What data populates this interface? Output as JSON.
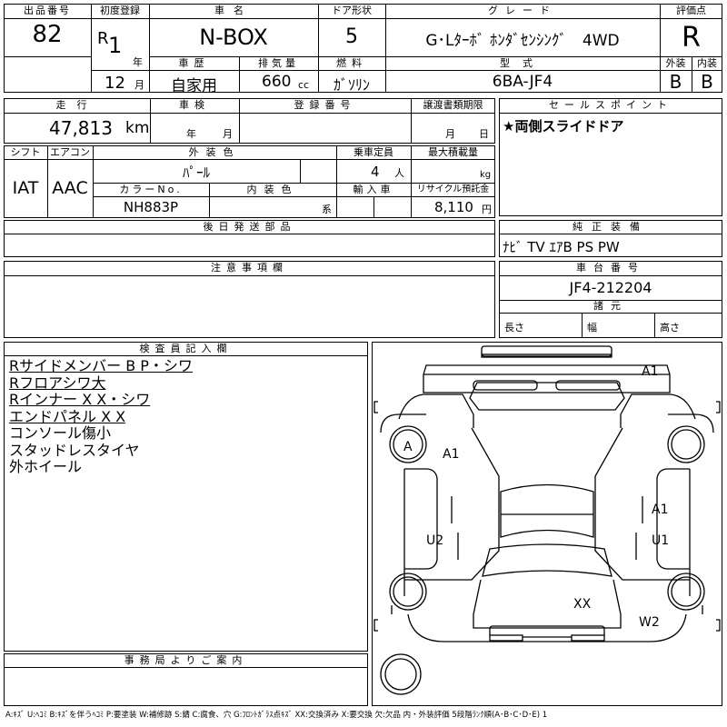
{
  "header": {
    "lot_label": "出品番号",
    "lot": "82",
    "first_reg_label": "初度登録",
    "era": "R",
    "year_num": "1",
    "year_unit": "年",
    "month_num": "12",
    "month_unit": "月",
    "name_label": "車名",
    "name": "N-BOX",
    "doors_label": "ドア形状",
    "doors": "5",
    "grade_label": "グレード",
    "grade": "G･Lﾀｰﾎﾞ ﾎﾝﾀﾞｾﾝｼﾝｸﾞ　4WD",
    "score_label": "評価点",
    "score": "R",
    "history_label": "車歴",
    "history": "自家用",
    "displacement_label": "排気量",
    "displacement": "660",
    "displacement_unit": "cc",
    "fuel_label": "燃料",
    "fuel": "ｶﾞｿﾘﾝ",
    "model_label": "型式",
    "model": "6BA-JF4",
    "exterior_label": "外装",
    "exterior": "B",
    "interior_label": "内装",
    "interior": "B"
  },
  "row2": {
    "mileage_label": "走行",
    "mileage": "47,813",
    "mileage_unit": "km",
    "inspection_label": "車検",
    "insp_year_unit": "年",
    "insp_month_unit": "月",
    "reg_no_label": "登録番号",
    "transfer_label": "譲渡書類期限",
    "transfer_month_unit": "月",
    "transfer_day_unit": "日",
    "sales_label": "セールスポイント",
    "sales": "★両側スライドドア"
  },
  "row3": {
    "shift_label": "シフト",
    "shift": "IAT",
    "ac_label": "エアコン",
    "ac": "AAC",
    "ext_color_label": "外装色",
    "ext_color": "ﾊﾟｰﾙ",
    "capacity_label": "乗車定員",
    "capacity": "4",
    "capacity_unit": "人",
    "load_label": "最大積載量",
    "load_unit": "kg",
    "color_no_label": "カラーNo.",
    "color_no": "NH883P",
    "int_color_label": "内装色",
    "int_color_unit": "系",
    "import_label": "輸入車",
    "recycle_label": "リサイクル預託金",
    "recycle": "8,110",
    "recycle_unit": "円"
  },
  "later_parts_label": "後日発送部品",
  "equipment_label": "純正装備",
  "equipment": "ﾅﾋﾞ TV ｴｱB PS PW",
  "notes_label": "注意事項欄",
  "chassis_label": "車台番号",
  "chassis": "JF4-212204",
  "dims_label": "諸元",
  "length_label": "長さ",
  "width_label": "幅",
  "height_label": "高さ",
  "inspector_label": "検査員記入欄",
  "remarks": [
    {
      "text": "Rサイドメンバー B P・シワ",
      "underline": true
    },
    {
      "text": "Rフロアシワ大",
      "underline": true
    },
    {
      "text": "Rインナー X X・シワ",
      "underline": true
    },
    {
      "text": "エンドパネル X X",
      "underline": true
    },
    {
      "text": "コンソール傷小",
      "underline": false
    },
    {
      "text": "スタッドレスタイヤ",
      "underline": false
    },
    {
      "text": "外ホイール",
      "underline": false
    }
  ],
  "office_label": "事務局よりご案内",
  "diagram_marks": {
    "a1_front_right": "A1",
    "a_front_left_wheel": "A",
    "a1_left_front": "A1",
    "a1_right": "A1",
    "u2_left": "U2",
    "u1_right": "U1",
    "xx_rear": "XX",
    "w2_rear_right": "W2"
  },
  "legend": "A:ｷｽﾞ U:ﾍｺﾐ B:ｷｽﾞを伴うﾍｺﾐ P:要塗装 W:補修跡 S:錆 C:腐食、穴 G:ﾌﾛﾝﾄｶﾞﾗｽ点ｷｽﾞ XX:交換済み X:要交換 欠:欠品 内・外装評価 5段階ﾗﾝｸ順(A･B･C･D･E) 1"
}
